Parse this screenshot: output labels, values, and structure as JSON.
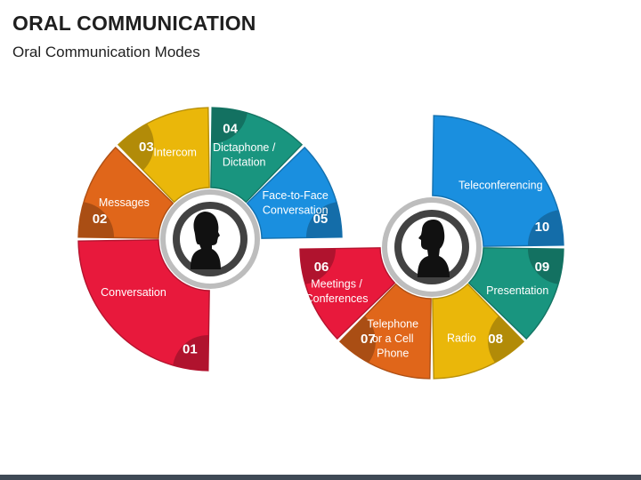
{
  "header": {
    "title": "ORAL COMMUNICATION",
    "subtitle": "Oral Communication Modes"
  },
  "colors": {
    "red": "#e8193c",
    "orange": "#e0661a",
    "yellow": "#eab70a",
    "teal": "#19957f",
    "blue": "#1a8fdf",
    "hub_ring": "#424242",
    "footer": "#3f4a56"
  },
  "modes": [
    {
      "number": "01",
      "lines": [
        "Conversation"
      ],
      "color": "red"
    },
    {
      "number": "02",
      "lines": [
        "Messages"
      ],
      "color": "orange"
    },
    {
      "number": "03",
      "lines": [
        "Intercom"
      ],
      "color": "yellow"
    },
    {
      "number": "04",
      "lines": [
        "Dictaphone /",
        "Dictation"
      ],
      "color": "teal"
    },
    {
      "number": "05",
      "lines": [
        "Face-to-Face",
        "Conversation"
      ],
      "color": "blue"
    },
    {
      "number": "06",
      "lines": [
        "Meetings /",
        "Conferences"
      ],
      "color": "red"
    },
    {
      "number": "07",
      "lines": [
        "Telephone",
        "or a Cell",
        "Phone"
      ],
      "color": "orange"
    },
    {
      "number": "08",
      "lines": [
        "Radio"
      ],
      "color": "yellow"
    },
    {
      "number": "09",
      "lines": [
        "Presentation"
      ],
      "color": "teal"
    },
    {
      "number": "10",
      "lines": [
        "Teleconferencing"
      ],
      "color": "blue"
    }
  ],
  "hubs": [
    {
      "icon": "female-profile-icon"
    },
    {
      "icon": "male-profile-icon"
    }
  ]
}
